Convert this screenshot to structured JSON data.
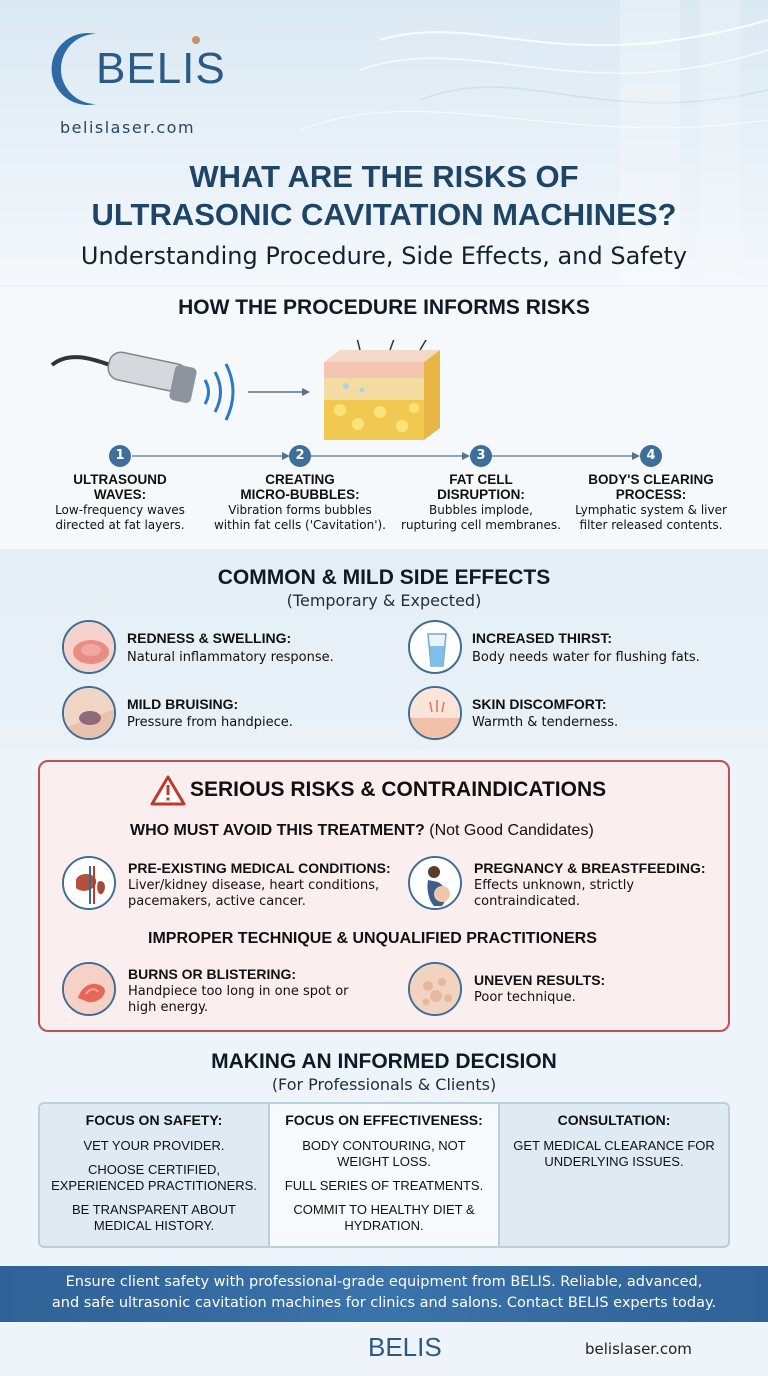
{
  "brand": {
    "logo_text": "BELIS",
    "url": "belislaser.com"
  },
  "header": {
    "title_line1": "WHAT ARE THE RISKS OF",
    "title_line2": "ULTRASONIC CAVITATION MACHINES?",
    "subtitle": "Understanding Procedure, Side Effects, and Safety"
  },
  "procedure": {
    "title": "HOW THE PROCEDURE INFORMS RISKS",
    "steps": [
      {
        "num": "1",
        "title_line1": "ULTRASOUND",
        "title_line2": "WAVES:",
        "desc_line1": "Low-frequency waves",
        "desc_line2": "directed at fat layers."
      },
      {
        "num": "2",
        "title_line1": "CREATING",
        "title_line2": "MICRO-BUBBLES:",
        "desc_line1": "Vibration forms bubbles",
        "desc_line2": "within fat cells ('Cavitation')."
      },
      {
        "num": "3",
        "title_line1": "FAT CELL",
        "title_line2": "DISRUPTION:",
        "desc_line1": "Bubbles implode,",
        "desc_line2": "rupturing cell membranes."
      },
      {
        "num": "4",
        "title_line1": "BODY'S CLEARING",
        "title_line2": "PROCESS:",
        "desc_line1": "Lymphatic system & liver",
        "desc_line2": "filter released contents."
      }
    ]
  },
  "side_effects": {
    "title": "COMMON & MILD SIDE EFFECTS",
    "subtitle": "(Temporary & Expected)",
    "items": [
      {
        "title": "REDNESS & SWELLING:",
        "desc": "Natural inflammatory response.",
        "icon": "redness-icon"
      },
      {
        "title": "INCREASED THIRST:",
        "desc": "Body needs water for flushing fats.",
        "icon": "water-glass-icon"
      },
      {
        "title": "MILD BRUISING:",
        "desc": "Pressure from handpiece.",
        "icon": "bruise-icon"
      },
      {
        "title": "SKIN DISCOMFORT:",
        "desc": "Warmth & tenderness.",
        "icon": "skin-icon"
      }
    ]
  },
  "serious_risks": {
    "title": "SERIOUS RISKS & CONTRAINDICATIONS",
    "who_avoid": "WHO MUST AVOID THIS TREATMENT?",
    "who_avoid_note": "(Not Good Candidates)",
    "conditions": [
      {
        "title": "PRE-EXISTING MEDICAL CONDITIONS:",
        "desc_line1": "Liver/kidney disease, heart conditions,",
        "desc_line2": "pacemakers, active cancer."
      },
      {
        "title": "PREGNANCY & BREASTFEEDING:",
        "desc_line1": "Effects unknown, strictly",
        "desc_line2": "contraindicated."
      }
    ],
    "improper_title": "IMPROPER TECHNIQUE & UNQUALIFIED PRACTITIONERS",
    "improper": [
      {
        "title": "BURNS OR BLISTERING:",
        "desc_line1": "Handpiece too long in one spot or",
        "desc_line2": "high energy."
      },
      {
        "title": "UNEVEN RESULTS:",
        "desc_line1": "Poor technique.",
        "desc_line2": ""
      }
    ]
  },
  "decision": {
    "title": "MAKING AN INFORMED DECISION",
    "subtitle": "(For Professionals & Clients)",
    "columns": [
      {
        "heading": "FOCUS ON SAFETY:",
        "points": [
          "Vet your provider.",
          "Choose certified, experienced practitioners.",
          "Be transparent about medical history."
        ]
      },
      {
        "heading": "FOCUS ON EFFECTIVENESS:",
        "points": [
          "Body contouring, not weight loss.",
          "Full series of treatments.",
          "Commit to healthy diet & hydration."
        ]
      },
      {
        "heading": "CONSULTATION:",
        "points": [
          "Get medical clearance for underlying issues."
        ]
      }
    ]
  },
  "cta": {
    "line1": "Ensure client safety with professional-grade equipment from BELIS. Reliable, advanced,",
    "line2": "and safe ultrasonic cavitation machines for clinics and salons. Contact BELIS experts today."
  },
  "colors": {
    "navy": "#1e4466",
    "accent_blue": "#3d6f9a",
    "risk_red": "#c0504d",
    "cta_blue": "#3a73ab"
  }
}
